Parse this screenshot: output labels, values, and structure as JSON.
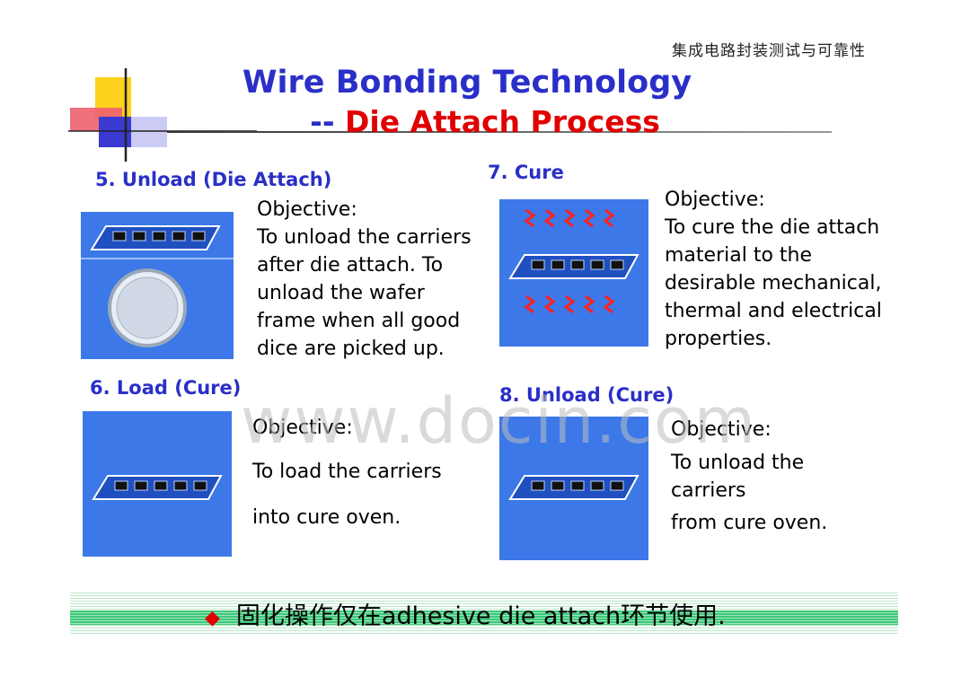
{
  "header": {
    "course": "集成电路封装测试与可靠性",
    "title_line1": "Wire Bonding Technology",
    "title_dash": "--",
    "title_process": "Die Attach Process"
  },
  "sections": {
    "s5": {
      "heading": "5. Unload (Die Attach)",
      "description": "Objective:\nTo unload the carriers\nafter die attach. To\nunload the wafer\nframe when all good\ndice are picked up."
    },
    "s6": {
      "heading": "6. Load (Cure)",
      "objective": "Objective:",
      "line1": "To load the carriers",
      "line2": "into cure oven."
    },
    "s7": {
      "heading": "7. Cure",
      "description": "Objective:\nTo cure the die attach\nmaterial to the\ndesirable mechanical,\nthermal and electrical\nproperties."
    },
    "s8": {
      "heading": "8. Unload (Cure)",
      "objective": "Objective:",
      "line1": "To unload the\ncarriers",
      "line2": "from cure oven."
    }
  },
  "watermark": "www.docin.com",
  "footer": {
    "bullet": "◆",
    "note": "固化操作仅在adhesive die attach环节使用."
  },
  "colors": {
    "title_blue": "#2a2fc8",
    "accent_red": "#e00000",
    "panel_blue": "#3c78e8",
    "footer_green": "#3ec87a"
  }
}
